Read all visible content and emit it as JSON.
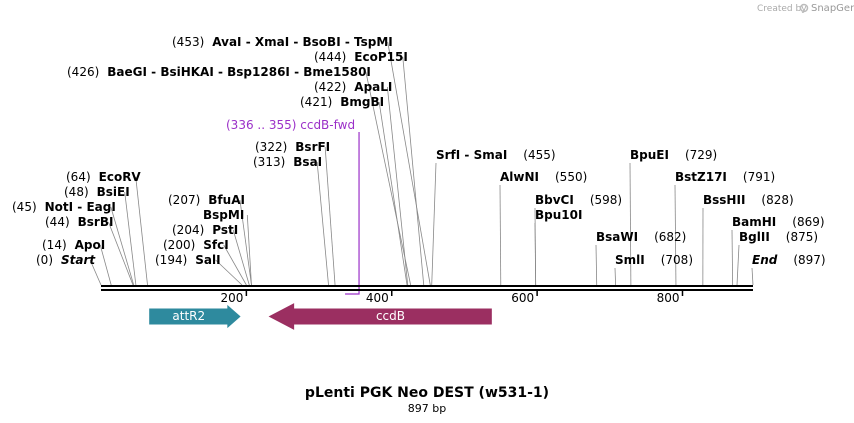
{
  "credit": {
    "prefix": "Created by",
    "brand": "SnapGene"
  },
  "map": {
    "length": 897,
    "title": "pLenti PGK Neo DEST (w531-1)",
    "subtitle": "897 bp",
    "ticks": [
      {
        "value": 200,
        "label": "200"
      },
      {
        "value": 400,
        "label": "400"
      },
      {
        "value": 600,
        "label": "600"
      },
      {
        "value": 800,
        "label": "800"
      }
    ]
  },
  "features": [
    {
      "name": "attR2",
      "start": 67,
      "end": 191,
      "direction": "right",
      "color": "#2e8a9e"
    },
    {
      "name": "ccdB",
      "start": 232,
      "end": 537,
      "direction": "left",
      "color": "#9b2f61"
    }
  ],
  "primer": {
    "label": "(336 .. 355)  ccdB-fwd",
    "position": 355,
    "color": "#9b30c8"
  },
  "labels": [
    {
      "pos": "(0)",
      "name": "Start",
      "italic": true,
      "site": 0
    },
    {
      "pos": "(14)",
      "name": "ApoI",
      "site": 14
    },
    {
      "pos": "(44)",
      "name": "BsrBI",
      "site": 44
    },
    {
      "pos": "(45)",
      "name": "NotI  - EagI",
      "site": 45
    },
    {
      "pos": "(48)",
      "name": "BsiEI",
      "site": 48
    },
    {
      "pos": "(64)",
      "name": "EcoRV",
      "site": 64
    },
    {
      "pos": "(194)",
      "name": "SalI",
      "site": 194
    },
    {
      "pos": "(200)",
      "name": "SfcI",
      "site": 200
    },
    {
      "pos": "(204)",
      "name": "PstI",
      "site": 204
    },
    {
      "pos": "",
      "name": "BspMI",
      "site": 207
    },
    {
      "pos": "(207)",
      "name": "BfuAI",
      "site": 207
    },
    {
      "pos": "(313)",
      "name": "BsaI",
      "site": 313
    },
    {
      "pos": "(322)",
      "name": "BsrFI",
      "site": 322
    },
    {
      "pos": "(421)",
      "name": "BmgBI",
      "site": 421
    },
    {
      "pos": "(422)",
      "name": "ApaLI",
      "site": 422
    },
    {
      "pos": "(426)",
      "name": "BaeGI  - BsiHKAI  - Bsp1286I  - Bme1580I",
      "site": 426
    },
    {
      "pos": "(444)",
      "name": "EcoP15I",
      "site": 444
    },
    {
      "pos": "(453)",
      "name": "AvaI  - XmaI  - BsoBI  - TspMI",
      "site": 453
    },
    {
      "pos": "(455)",
      "name": "SrfI  - SmaI",
      "site": 455,
      "posRight": true
    },
    {
      "pos": "(550)",
      "name": "AlwNI",
      "site": 550,
      "posRight": true
    },
    {
      "pos": "(598)",
      "name": "BbvCI",
      "site": 598,
      "posRight": true
    },
    {
      "pos": "",
      "name": "Bpu10I",
      "site": 598,
      "posRight": true
    },
    {
      "pos": "(682)",
      "name": "BsaWI",
      "site": 682,
      "posRight": true
    },
    {
      "pos": "(708)",
      "name": "SmlI",
      "site": 708,
      "posRight": true
    },
    {
      "pos": "(729)",
      "name": "BpuEI",
      "site": 729,
      "posRight": true
    },
    {
      "pos": "(791)",
      "name": "BstZ17I",
      "site": 791,
      "posRight": true
    },
    {
      "pos": "(828)",
      "name": "BssHII",
      "site": 828,
      "posRight": true
    },
    {
      "pos": "(869)",
      "name": "BamHI",
      "site": 869,
      "posRight": true
    },
    {
      "pos": "(875)",
      "name": "BglII",
      "site": 875,
      "posRight": true
    },
    {
      "pos": "(897)",
      "name": "End",
      "italic": true,
      "site": 897,
      "posRight": true
    }
  ]
}
